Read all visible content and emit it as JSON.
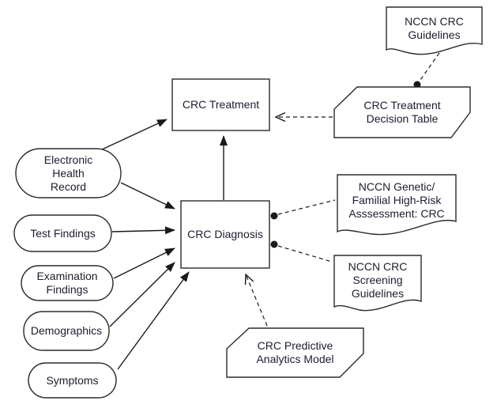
{
  "colors": {
    "background": "#ffffff",
    "shape_fill": "#ffffff",
    "shape_border": "#2b2b2b",
    "text": "#1c1c30",
    "line": "#1a1a1a"
  },
  "nodes": {
    "ehr": {
      "label": "Electronic Health Record",
      "lines": [
        "Electronic",
        "Health",
        "Record"
      ],
      "shape": "stadium"
    },
    "test_findings": {
      "label": "Test Findings",
      "lines": [
        "Test Findings"
      ],
      "shape": "stadium"
    },
    "examination_findings": {
      "label": "Examination Findings",
      "lines": [
        "Examination",
        "Findings"
      ],
      "shape": "stadium"
    },
    "demographics": {
      "label": "Demographics",
      "lines": [
        "Demographics"
      ],
      "shape": "stadium"
    },
    "symptoms": {
      "label": "Symptoms",
      "lines": [
        "Symptoms"
      ],
      "shape": "stadium"
    },
    "crc_treatment": {
      "label": "CRC Treatment",
      "lines": [
        "CRC Treatment"
      ],
      "shape": "rectangle"
    },
    "crc_diagnosis": {
      "label": "CRC Diagnosis",
      "lines": [
        "CRC Diagnosis"
      ],
      "shape": "rectangle"
    },
    "decision_table": {
      "label": "CRC Treatment Decision Table",
      "lines": [
        "CRC Treatment",
        "Decision Table"
      ],
      "shape": "cut-corner-card"
    },
    "predictive_model": {
      "label": "CRC Predictive Analytics Model",
      "lines": [
        "CRC Predictive",
        "Analytics Model"
      ],
      "shape": "cut-corner-card"
    },
    "nccn_guidelines": {
      "label": "NCCN CRC Guidelines",
      "lines": [
        "NCCN CRC",
        "Guidelines"
      ],
      "shape": "document"
    },
    "nccn_genetic": {
      "label": "NCCN Genetic/ Familial High-Risk Asssessment: CRC",
      "lines": [
        "NCCN Genetic/",
        "Familial High-Risk",
        "Asssessment: CRC"
      ],
      "shape": "document"
    },
    "nccn_screening": {
      "label": "NCCN CRC Screening Guidelines",
      "lines": [
        "NCCN CRC",
        "Screening",
        "Guidelines"
      ],
      "shape": "document"
    }
  },
  "edges": [
    {
      "from": "Electronic Health Record",
      "to": "CRC Treatment",
      "style": "solid-filled-arrow"
    },
    {
      "from": "Electronic Health Record",
      "to": "CRC Diagnosis",
      "style": "solid-filled-arrow"
    },
    {
      "from": "Test Findings",
      "to": "CRC Diagnosis",
      "style": "solid-filled-arrow"
    },
    {
      "from": "Examination Findings",
      "to": "CRC Diagnosis",
      "style": "solid-filled-arrow"
    },
    {
      "from": "Demographics",
      "to": "CRC Diagnosis",
      "style": "solid-filled-arrow"
    },
    {
      "from": "Symptoms",
      "to": "CRC Diagnosis",
      "style": "solid-filled-arrow"
    },
    {
      "from": "CRC Diagnosis",
      "to": "CRC Treatment",
      "style": "solid-filled-arrow"
    },
    {
      "from": "CRC Treatment Decision Table",
      "to": "CRC Treatment",
      "style": "dashed-open-arrow"
    },
    {
      "from": "CRC Predictive Analytics Model",
      "to": "CRC Diagnosis",
      "style": "dashed-open-arrow"
    },
    {
      "from": "NCCN CRC Guidelines",
      "to": "CRC Treatment Decision Table",
      "style": "dashed-dot-link"
    },
    {
      "from": "CRC Diagnosis",
      "to": "NCCN Genetic/ Familial High-Risk Asssessment: CRC",
      "style": "dashed-dot-link"
    },
    {
      "from": "CRC Diagnosis",
      "to": "NCCN CRC Screening Guidelines",
      "style": "dashed-dot-link"
    }
  ]
}
